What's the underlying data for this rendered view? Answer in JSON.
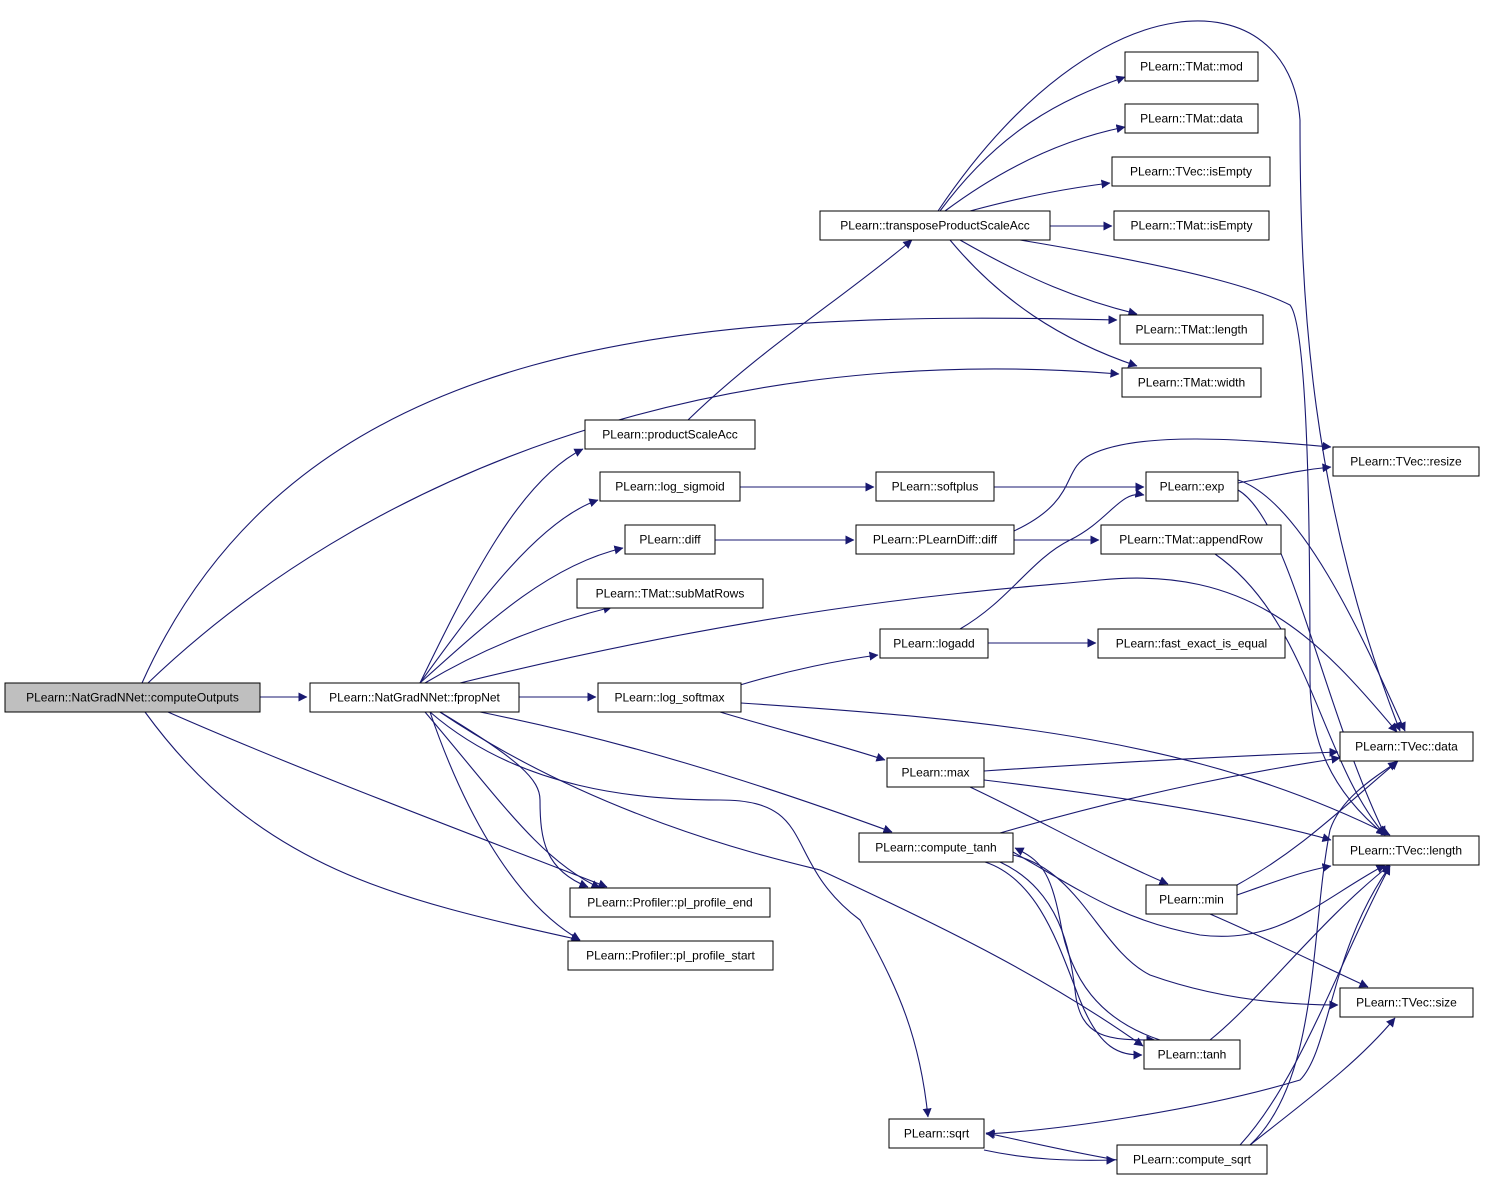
{
  "graph": {
    "edge_color": "#191970",
    "root_fill": "#bfbfbf",
    "node_fill": "#ffffff",
    "nodes": {
      "computeOutputs": "PLearn::NatGradNNet::computeOutputs",
      "fpropNet": "PLearn::NatGradNNet::fpropNet",
      "productScaleAcc": "PLearn::productScaleAcc",
      "transposeProductScaleAcc": "PLearn::transposeProductScaleAcc",
      "tmat_mod": "PLearn::TMat::mod",
      "tmat_data": "PLearn::TMat::data",
      "tvec_isEmpty": "PLearn::TVec::isEmpty",
      "tmat_isEmpty": "PLearn::TMat::isEmpty",
      "tmat_length": "PLearn::TMat::length",
      "tmat_width": "PLearn::TMat::width",
      "log_sigmoid": "PLearn::log_sigmoid",
      "softplus": "PLearn::softplus",
      "exp": "PLearn::exp",
      "tvec_resize": "PLearn::TVec::resize",
      "diff": "PLearn::diff",
      "plearndiff_diff": "PLearn::PLearnDiff::diff",
      "appendRow": "PLearn::TMat::appendRow",
      "subMatRows": "PLearn::TMat::subMatRows",
      "logadd": "PLearn::logadd",
      "fast_exact_is_equal": "PLearn::fast_exact_is_equal",
      "log_softmax": "PLearn::log_softmax",
      "max": "PLearn::max",
      "tvec_data": "PLearn::TVec::data",
      "compute_tanh": "PLearn::compute_tanh",
      "tvec_length": "PLearn::TVec::length",
      "min": "PLearn::min",
      "pl_profile_end": "PLearn::Profiler::pl_profile_end",
      "pl_profile_start": "PLearn::Profiler::pl_profile_start",
      "tvec_size": "PLearn::TVec::size",
      "tanh": "PLearn::tanh",
      "sqrt": "PLearn::sqrt",
      "compute_sqrt": "PLearn::compute_sqrt"
    }
  }
}
